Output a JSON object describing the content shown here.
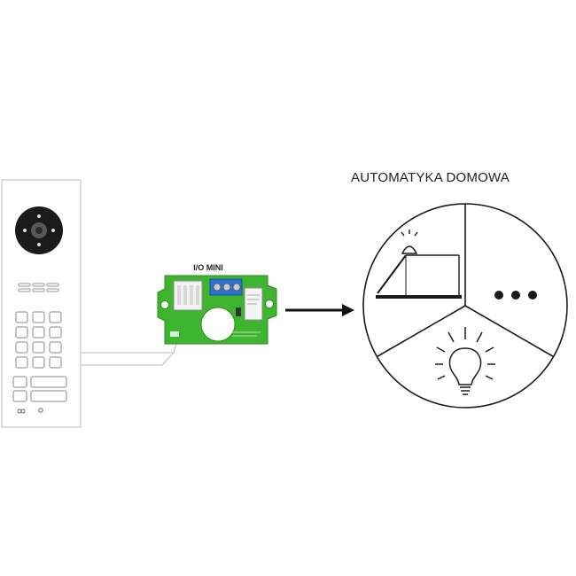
{
  "title": "AUTOMATYKA DOMOWA",
  "module": {
    "name": "I/O MINI",
    "board_color": "#3fb52f",
    "terminal_color": "#2f6fd1"
  },
  "intercom_panel": {
    "keypad_buttons": 12,
    "name_buttons": 2,
    "icons": [
      "camera-icon",
      "speaker-grille",
      "keypad",
      "infinity-icon",
      "microphone-icon"
    ]
  },
  "pie_sections": [
    {
      "name": "blinds-awning",
      "icon": "awning-with-lamp-icon"
    },
    {
      "name": "more",
      "icon": "ellipsis-icon"
    },
    {
      "name": "lighting",
      "icon": "light-bulb-icon"
    }
  ],
  "arrow": {
    "icon": "right-arrow-icon"
  }
}
